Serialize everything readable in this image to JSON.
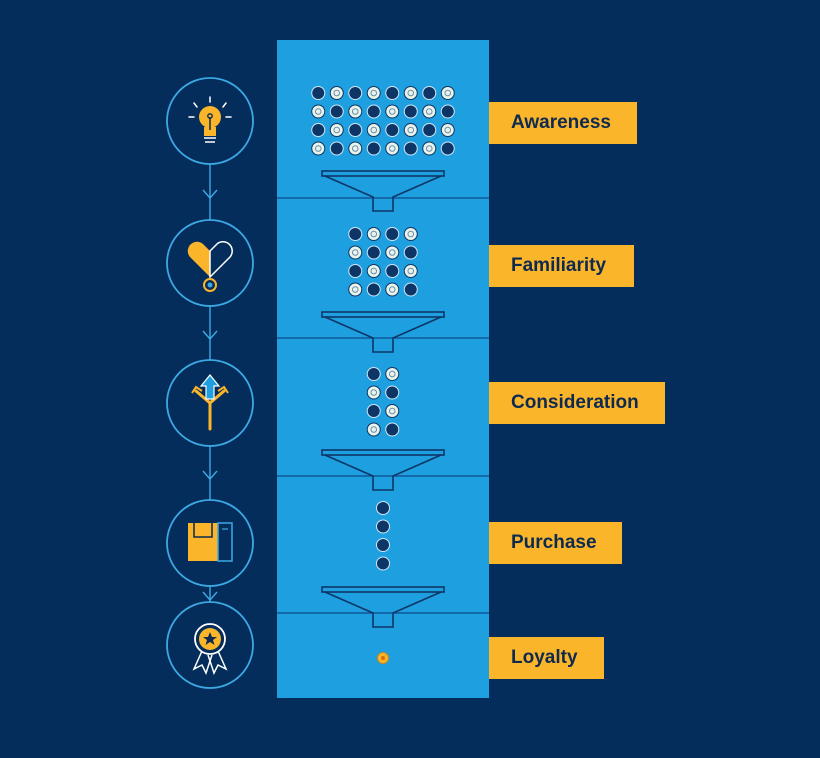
{
  "stages": [
    {
      "label": "Awareness",
      "icon": "lightbulb-icon",
      "dot_rows": 4,
      "dot_cols": 8
    },
    {
      "label": "Familiarity",
      "icon": "heart-icon",
      "dot_rows": 4,
      "dot_cols": 4
    },
    {
      "label": "Consideration",
      "icon": "branching-arrows-icon",
      "dot_rows": 4,
      "dot_cols": 2
    },
    {
      "label": "Purchase",
      "icon": "shopping-bag-icon",
      "dot_rows": 4,
      "dot_cols": 1
    },
    {
      "label": "Loyalty",
      "icon": "award-ribbon-icon",
      "dot_rows": 1,
      "dot_cols": 1
    }
  ],
  "colors": {
    "background": "#042d5c",
    "funnel_panel": "#1ea0e0",
    "label_fill": "#fbb52b",
    "label_text": "#0e2a4f",
    "icon_outline": "#3da9e3",
    "dot_dark": "#0d3566",
    "dot_light": "#e8f4ea"
  }
}
